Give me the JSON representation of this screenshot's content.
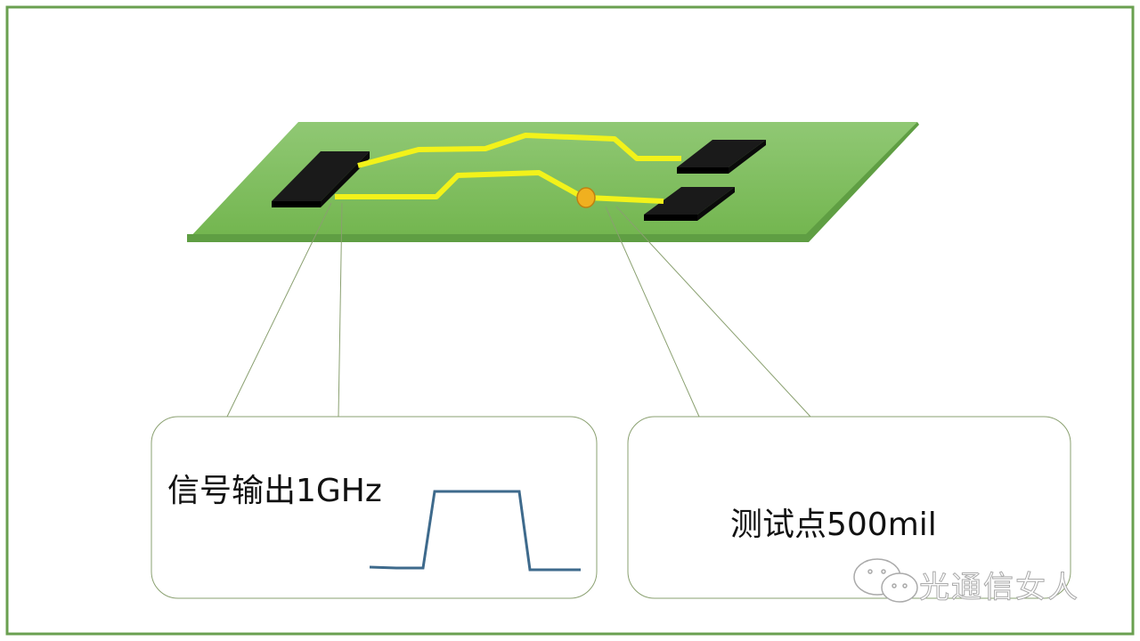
{
  "diagram": {
    "signal_label": "信号输出1GHz",
    "test_point_label": "测试点500mil",
    "watermark": "光通信女人",
    "colors": {
      "board": "#7cbf5a",
      "trace": "#f2f21a",
      "chip": "#1a1a1a",
      "test_point": "#f0b020",
      "frame": "#6aa050",
      "pulse": "#3e6a8c"
    }
  }
}
